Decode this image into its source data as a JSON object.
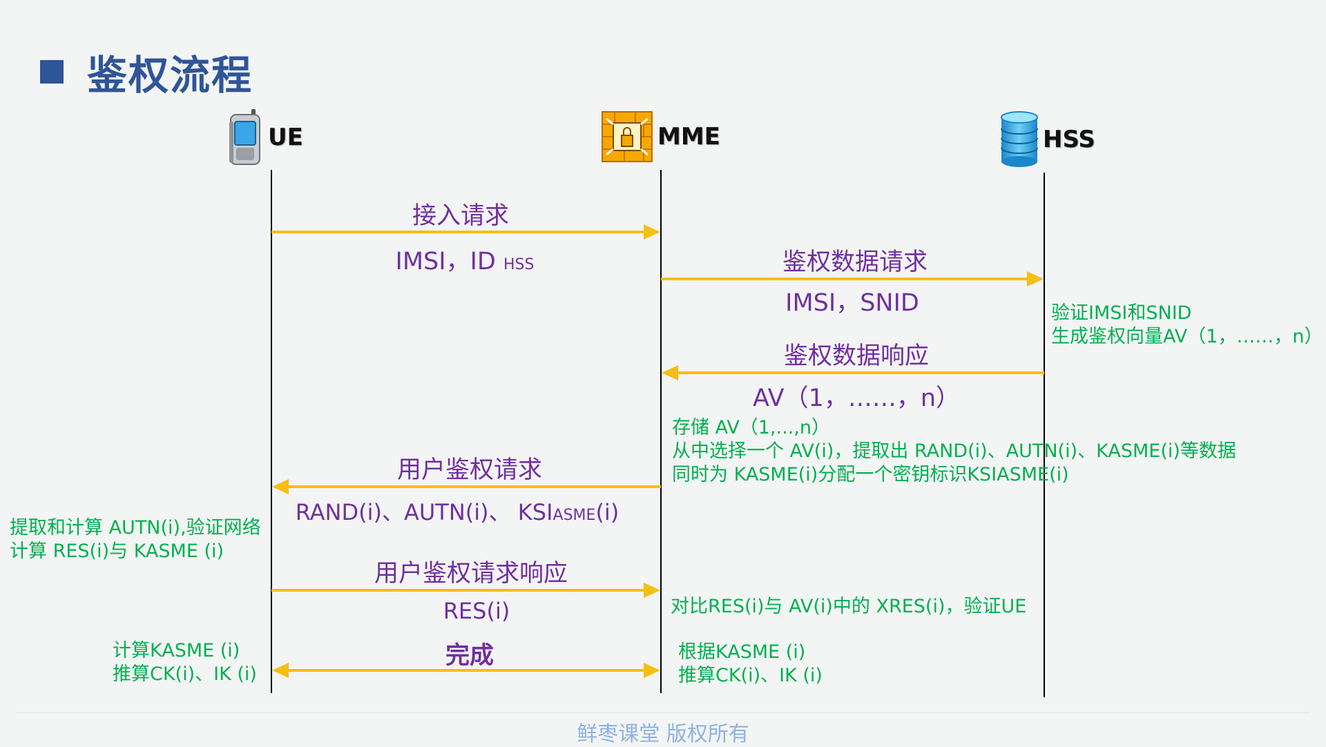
{
  "title": "鉴权流程",
  "entities": {
    "ue": "UE",
    "mme": "MME",
    "hss": "HSS"
  },
  "messages": {
    "m1": {
      "label": "接入请求",
      "params_main": "IMSI，ID ",
      "params_sub": "HSS"
    },
    "m2": {
      "label": "鉴权数据请求",
      "params": "IMSI，SNID"
    },
    "m3": {
      "label": "鉴权数据响应",
      "params": "AV（1，……，n）"
    },
    "m4": {
      "label": "用户鉴权请求",
      "params_a": "RAND(i)、AUTN(i)、 KSI",
      "params_sub": "ASME",
      "params_b": "(i)"
    },
    "m5": {
      "label": "用户鉴权请求响应",
      "params": "RES(i)"
    },
    "m6": {
      "label": "完成"
    }
  },
  "notes": {
    "hss_note": [
      "验证IMSI和SNID",
      "生成鉴权向量AV（1，……，n）"
    ],
    "mme_note1": [
      "存储 AV（1,...,n）",
      "从中选择一个 AV(i)，提取出 RAND(i)、AUTN(i)、KASME(i)等数据",
      "同时为 KASME(i)分配一个密钥标识KSIASME(i)"
    ],
    "ue_note1": [
      "提取和计算 AUTN(i),验证网络",
      "计算 RES(i)与 KASME (i)"
    ],
    "mme_note2": [
      "对比RES(i)与 AV(i)中的 XRES(i)，验证UE"
    ],
    "ue_note2": [
      "计算KASME (i)",
      "推算CK(i)、IK (i)"
    ],
    "mme_note3": [
      "根据KASME (i)",
      "推算CK(i)、IK (i)"
    ]
  },
  "colors": {
    "title": "#2f5597",
    "arrow": "#f5bf12",
    "message_text": "#7030a0",
    "note_text": "#00b050",
    "lifeline": "#000000",
    "footer": "#8db3e2"
  },
  "icons": {
    "ue": "mobile-phone-icon",
    "mme": "firewall-switch-icon",
    "hss": "database-icon"
  },
  "footer": "鲜枣课堂  版权所有"
}
